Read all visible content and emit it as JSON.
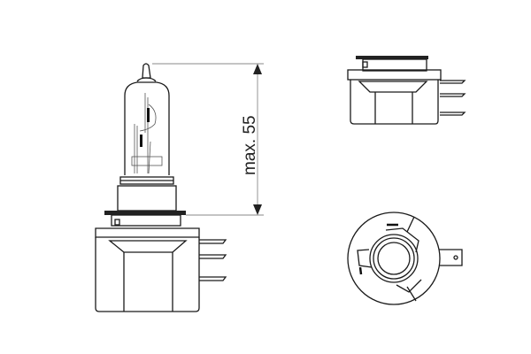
{
  "drawing": {
    "dimension_label": "max. 55",
    "views": [
      "front-view",
      "side-view",
      "bottom-view"
    ],
    "line_color": "#1a1a1a",
    "dimension_color": "#888888"
  }
}
